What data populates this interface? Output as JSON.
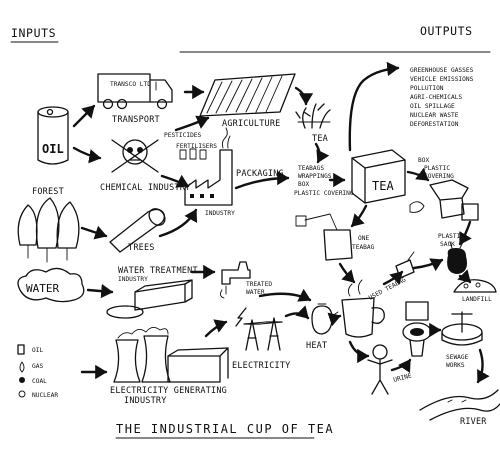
{
  "headings": {
    "inputs": "INPUTS",
    "outputs": "OUTPUTS"
  },
  "title": "THE INDUSTRIAL CUP OF TEA",
  "nodes": {
    "oil": "OIL",
    "transco": "TRANSCO LTD",
    "transport": "TRANSPORT",
    "agriculture": "AGRICULTURE",
    "tea_plant": "TEA",
    "chemical": "CHEMICAL INDUSTRY",
    "pesticides": "PESTICIDES",
    "fertilisers": "FERTILISERS",
    "industry": "INDUSTRY",
    "packaging": "PACKAGING",
    "teabags_list": [
      "TEABAGS",
      "WRAPPINGS",
      "BOX",
      "PLASTIC COVERING"
    ],
    "tea_box": "TEA",
    "box_covering": [
      "BOX",
      "PLASTIC",
      "COVERING"
    ],
    "forest": "FOREST",
    "trees": "TREES",
    "one_teabag": [
      "ONE",
      "TEABAG"
    ],
    "plastic_sack": [
      "PLASTIC",
      "SACK"
    ],
    "landfill": "LANDFILL",
    "water": "WATER",
    "water_treatment": [
      "WATER TREATMENT",
      "INDUSTRY"
    ],
    "treated_water": [
      "TREATED",
      "WATER"
    ],
    "used_teabag": "USED TEABAG",
    "heat": "HEAT",
    "electricity": "ELECTRICITY",
    "fuels": [
      "OIL",
      "GAS",
      "COAL",
      "NUCLEAR"
    ],
    "electricity_generating": [
      "ELECTRICITY GENERATING",
      "INDUSTRY"
    ],
    "urine": "URINE",
    "sewage": [
      "SEWAGE",
      "WORKS"
    ],
    "river": "RIVER"
  },
  "outputs_list": [
    "GREENHOUSE GASSES",
    "VEHICLE EMISSIONS",
    "POLLUTION",
    "AGRI-CHEMICALS",
    "OIL SPILLAGE",
    "NUCLEAR WASTE",
    "DEFORESTATION"
  ]
}
